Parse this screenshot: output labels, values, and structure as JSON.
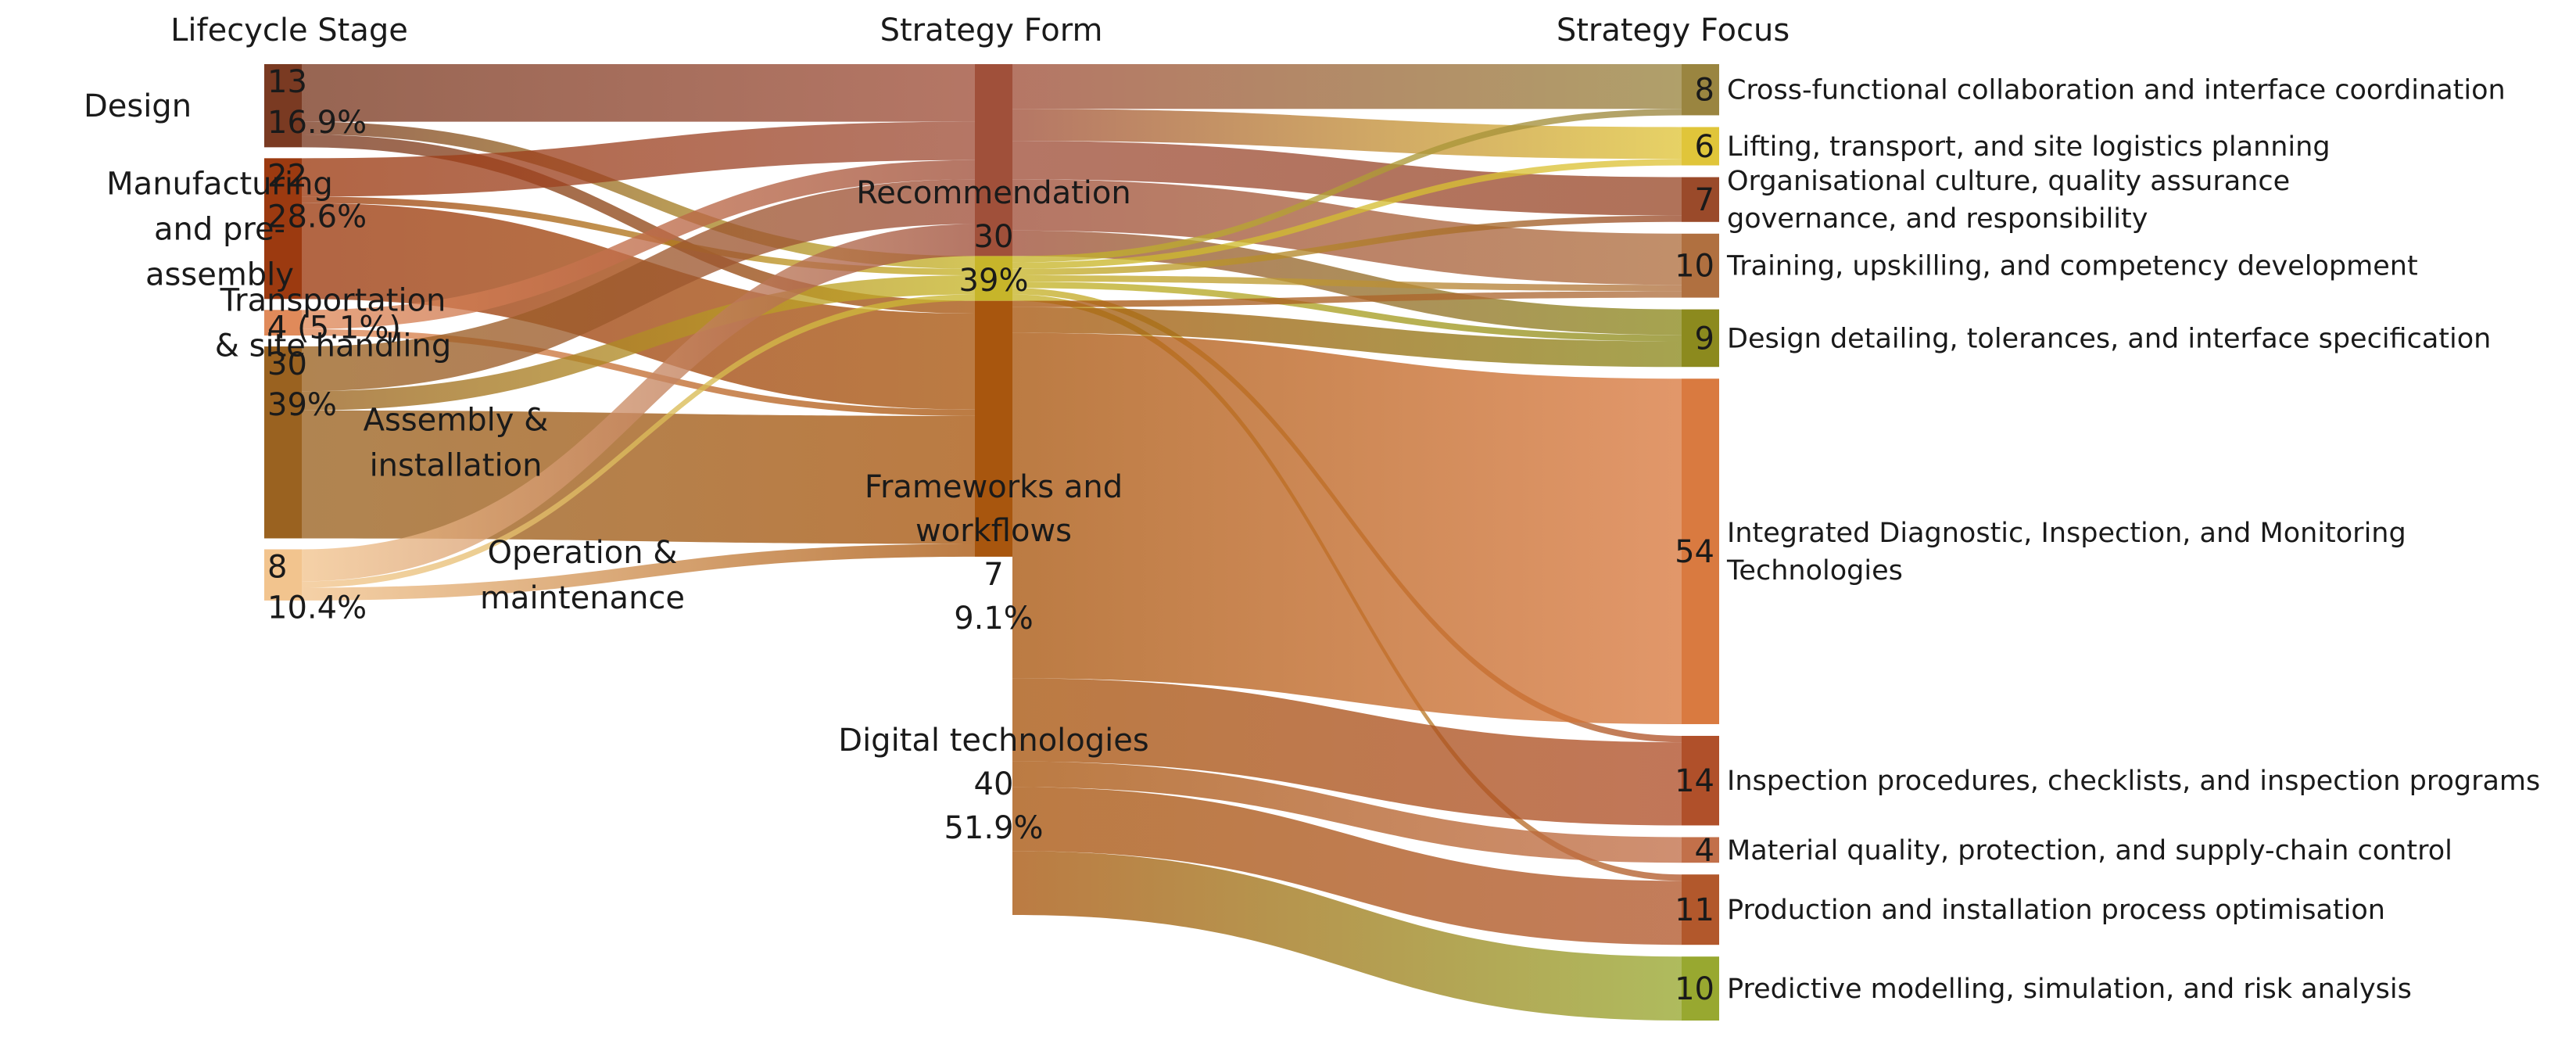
{
  "chart_data": {
    "type": "sankey",
    "columns": [
      "Lifecycle Stage",
      "Strategy Form",
      "Strategy Focus"
    ],
    "nodes": [
      {
        "id": "design",
        "column": 0,
        "label_lines": [
          "Design"
        ],
        "value_text": [
          "13",
          "16.9%"
        ],
        "value": 13,
        "color": "#7a3a22"
      },
      {
        "id": "manufacturing",
        "column": 0,
        "label_lines": [
          "Manufacturing",
          "and pre-",
          "assembly"
        ],
        "value_text": [
          "22",
          "28.6%"
        ],
        "value": 22,
        "color": "#9c3a10"
      },
      {
        "id": "transportation",
        "column": 0,
        "label_lines": [
          "Transportation",
          "& site handling"
        ],
        "value_text": [
          "4 (5.1%)"
        ],
        "value": 4,
        "color": "#e08a5a"
      },
      {
        "id": "assembly",
        "column": 0,
        "label_lines": [
          "Assembly &",
          "installation"
        ],
        "value_text": [
          "30",
          "39%"
        ],
        "value": 30,
        "color": "#9a6220"
      },
      {
        "id": "operation",
        "column": 0,
        "label_lines": [
          "Operation &",
          "maintenance"
        ],
        "value_text": [
          "8",
          "10.4%"
        ],
        "value": 8,
        "color": "#f2c48e"
      },
      {
        "id": "recommendation",
        "column": 1,
        "label_lines": [
          "Recommendation",
          "30",
          "39%"
        ],
        "value": 30,
        "color": "#a0503a"
      },
      {
        "id": "frameworks",
        "column": 1,
        "label_lines": [
          "Frameworks and",
          "workflows",
          "7",
          "9.1%"
        ],
        "value": 7,
        "color": "#c7b52a"
      },
      {
        "id": "digital",
        "column": 1,
        "label_lines": [
          "Digital technologies",
          "40",
          "51.9%"
        ],
        "value": 40,
        "color": "#a8560e"
      },
      {
        "id": "cross",
        "column": 2,
        "value_text": "8",
        "label_lines": [
          "Cross-functional collaboration and interface coordination"
        ],
        "value": 8,
        "color": "#9a8540"
      },
      {
        "id": "lifting",
        "column": 2,
        "value_text": "6",
        "label_lines": [
          "Lifting, transport, and site logistics planning"
        ],
        "value": 6,
        "color": "#e0c53a"
      },
      {
        "id": "culture",
        "column": 2,
        "value_text": "7",
        "label_lines": [
          "Organisational culture, quality assurance",
          "governance, and responsibility"
        ],
        "value": 7,
        "color": "#9a4a2a"
      },
      {
        "id": "training",
        "column": 2,
        "value_text": "10",
        "label_lines": [
          "Training, upskilling, and competency development"
        ],
        "value": 10,
        "color": "#b07040"
      },
      {
        "id": "detailing",
        "column": 2,
        "value_text": "9",
        "label_lines": [
          "Design detailing, tolerances, and interface specification"
        ],
        "value": 9,
        "color": "#8c8a1e"
      },
      {
        "id": "integrated",
        "column": 2,
        "value_text": "54",
        "label_lines": [
          "Integrated Diagnostic, Inspection, and Monitoring",
          "Technologies"
        ],
        "value": 54,
        "color": "#d97a40"
      },
      {
        "id": "inspection",
        "column": 2,
        "value_text": "14",
        "label_lines": [
          "Inspection procedures, checklists, and inspection programs"
        ],
        "value": 14,
        "color": "#b0502a"
      },
      {
        "id": "material",
        "column": 2,
        "value_text": "4",
        "label_lines": [
          "Material quality, protection, and supply-chain control"
        ],
        "value": 4,
        "color": "#c2704a"
      },
      {
        "id": "production",
        "column": 2,
        "value_text": "11",
        "label_lines": [
          "Production and installation process optimisation"
        ],
        "value": 11,
        "color": "#b2582c"
      },
      {
        "id": "predictive",
        "column": 2,
        "value_text": "10",
        "label_lines": [
          "Predictive modelling, simulation, and risk analysis"
        ],
        "value": 10,
        "color": "#98a830"
      }
    ],
    "links": [
      {
        "source": "design",
        "target": "recommendation",
        "value": 9
      },
      {
        "source": "design",
        "target": "frameworks",
        "value": 2
      },
      {
        "source": "design",
        "target": "digital",
        "value": 2
      },
      {
        "source": "manufacturing",
        "target": "recommendation",
        "value": 6
      },
      {
        "source": "manufacturing",
        "target": "frameworks",
        "value": 1
      },
      {
        "source": "manufacturing",
        "target": "digital",
        "value": 15
      },
      {
        "source": "transportation",
        "target": "recommendation",
        "value": 3
      },
      {
        "source": "transportation",
        "target": "digital",
        "value": 1
      },
      {
        "source": "assembly",
        "target": "recommendation",
        "value": 7
      },
      {
        "source": "assembly",
        "target": "frameworks",
        "value": 3
      },
      {
        "source": "assembly",
        "target": "digital",
        "value": 20
      },
      {
        "source": "operation",
        "target": "recommendation",
        "value": 5
      },
      {
        "source": "operation",
        "target": "frameworks",
        "value": 1
      },
      {
        "source": "operation",
        "target": "digital",
        "value": 2
      },
      {
        "source": "recommendation",
        "target": "cross",
        "value": 7
      },
      {
        "source": "recommendation",
        "target": "lifting",
        "value": 5
      },
      {
        "source": "recommendation",
        "target": "culture",
        "value": 6
      },
      {
        "source": "recommendation",
        "target": "training",
        "value": 8
      },
      {
        "source": "recommendation",
        "target": "detailing",
        "value": 4
      },
      {
        "source": "frameworks",
        "target": "cross",
        "value": 1
      },
      {
        "source": "frameworks",
        "target": "lifting",
        "value": 1
      },
      {
        "source": "frameworks",
        "target": "culture",
        "value": 1
      },
      {
        "source": "frameworks",
        "target": "training",
        "value": 1
      },
      {
        "source": "frameworks",
        "target": "detailing",
        "value": 1
      },
      {
        "source": "frameworks",
        "target": "inspection",
        "value": 1
      },
      {
        "source": "frameworks",
        "target": "production",
        "value": 1
      },
      {
        "source": "digital",
        "target": "detailing",
        "value": 4
      },
      {
        "source": "digital",
        "target": "training",
        "value": 1
      },
      {
        "source": "digital",
        "target": "integrated",
        "value": 54
      },
      {
        "source": "digital",
        "target": "inspection",
        "value": 13
      },
      {
        "source": "digital",
        "target": "material",
        "value": 4
      },
      {
        "source": "digital",
        "target": "production",
        "value": 10
      },
      {
        "source": "digital",
        "target": "predictive",
        "value": 10
      }
    ]
  }
}
